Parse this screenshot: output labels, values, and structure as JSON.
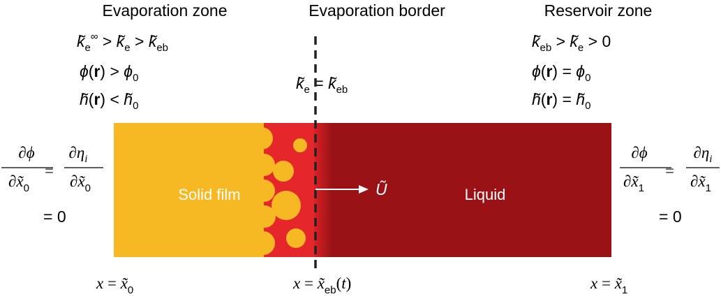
{
  "zones": {
    "evaporation_zone": "Evaporation zone",
    "evaporation_border": "Evaporation border",
    "reservoir_zone": "Reservoir zone"
  },
  "labels": {
    "solid_film": "Solid film",
    "liquid": "Liquid"
  },
  "conditions": {
    "evaporation": [
      "k̃e∞ > k̃e > k̃eb",
      "ϕ(r) > ϕ0",
      "h̃(r) < h̃0"
    ],
    "border": "k̃e = k̃eb",
    "reservoir": [
      "k̃eb > k̃e > 0",
      "ϕ(r) = ϕ0",
      "h̃(r) = h̃0"
    ]
  },
  "boundary": {
    "left": "∂ϕ/∂x̃0 = ∂ηi/∂x̃0 = 0",
    "right": "∂ϕ/∂x̃1 = ∂ηi/∂x̃1 = 0"
  },
  "velocity_label": "Ũ",
  "positions": {
    "left": "x = x̃0",
    "border": "x = x̃eb(t)",
    "right": "x = x̃1"
  },
  "colors": {
    "solid": "#F6B823",
    "interface": "#E5262B",
    "liquid": "#9B1216"
  }
}
